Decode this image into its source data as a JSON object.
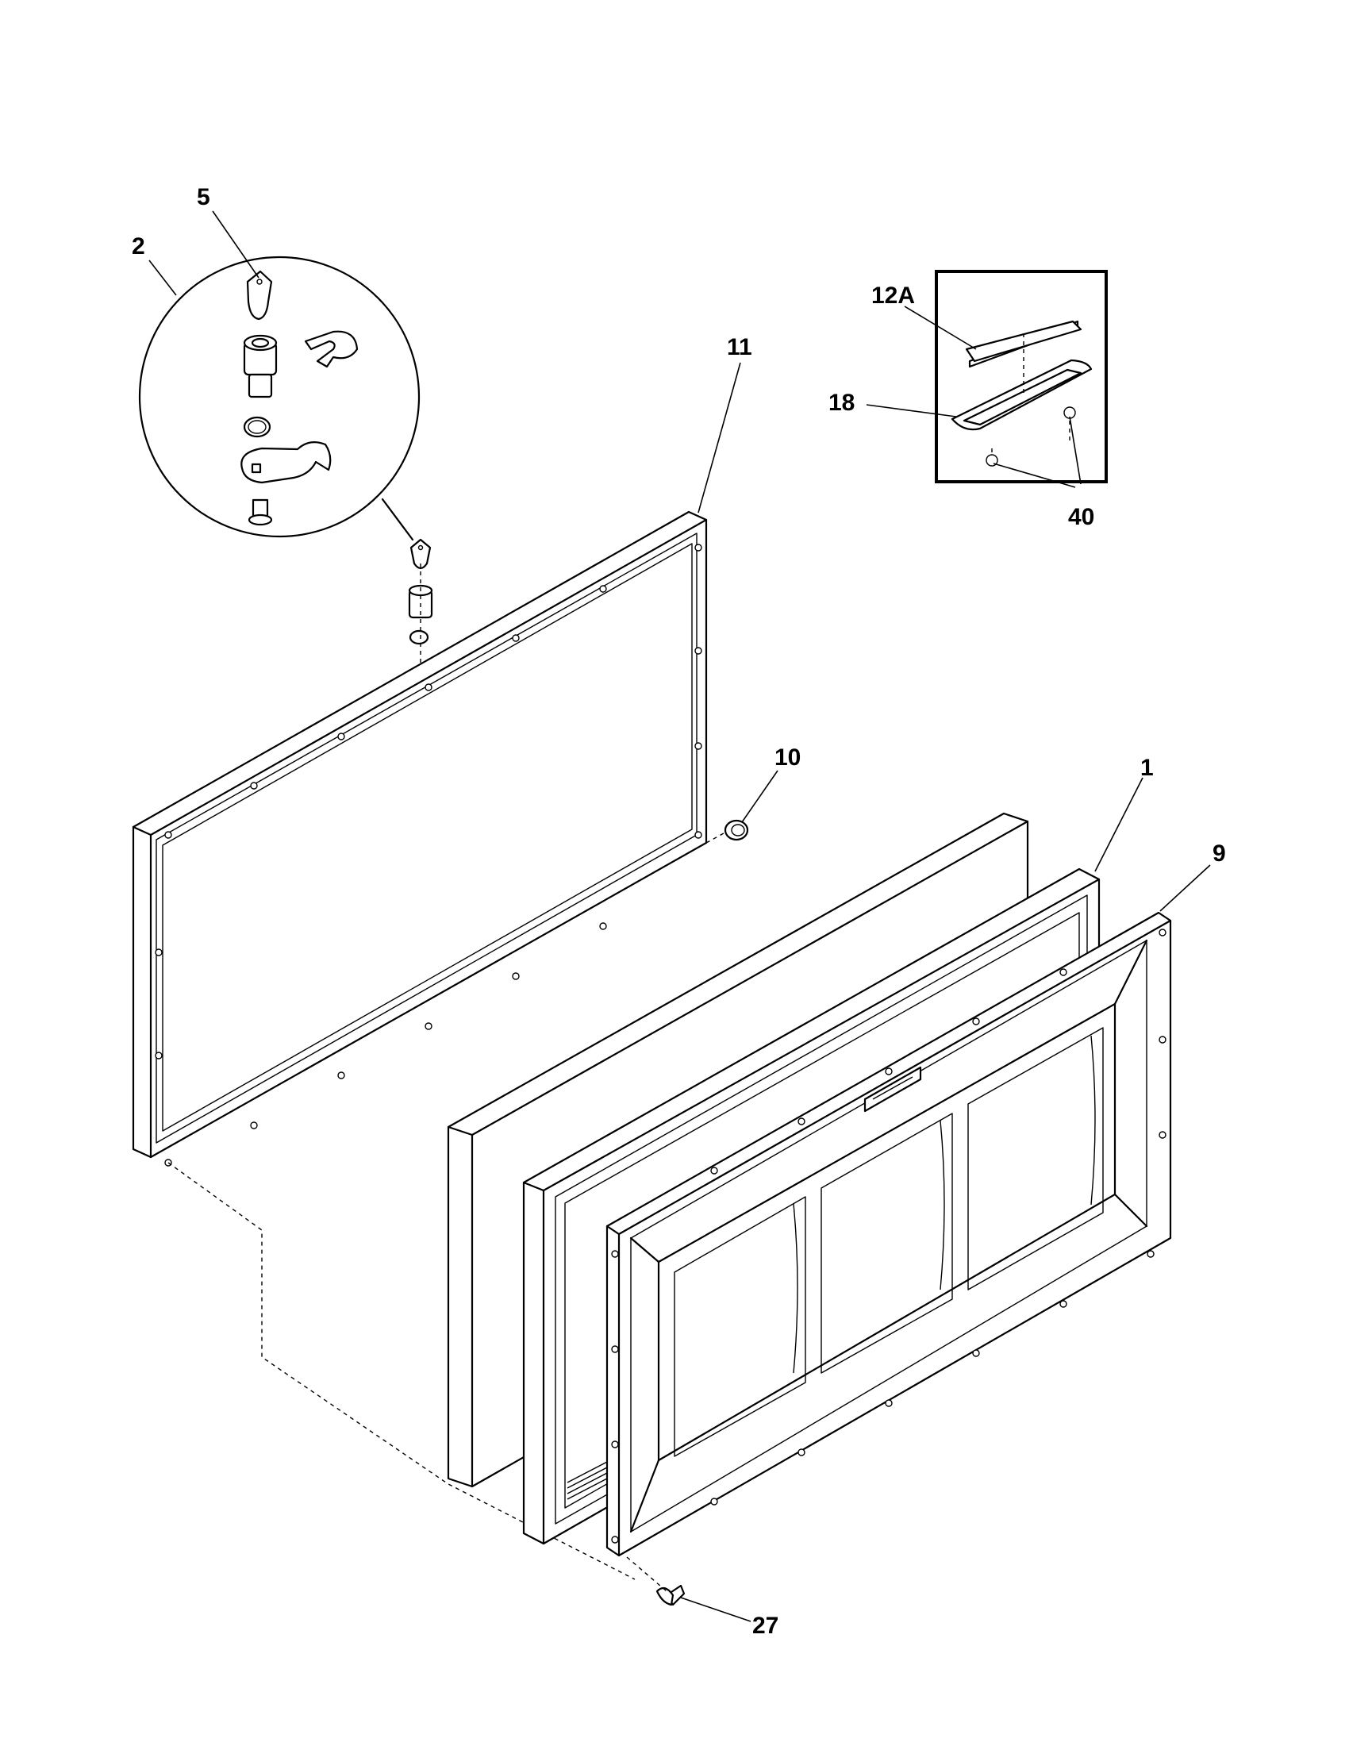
{
  "callouts": {
    "c1": "1",
    "c2": "2",
    "c5": "5",
    "c9": "9",
    "c10": "10",
    "c11": "11",
    "c12a": "12A",
    "c18": "18",
    "c27": "27",
    "c40": "40"
  }
}
